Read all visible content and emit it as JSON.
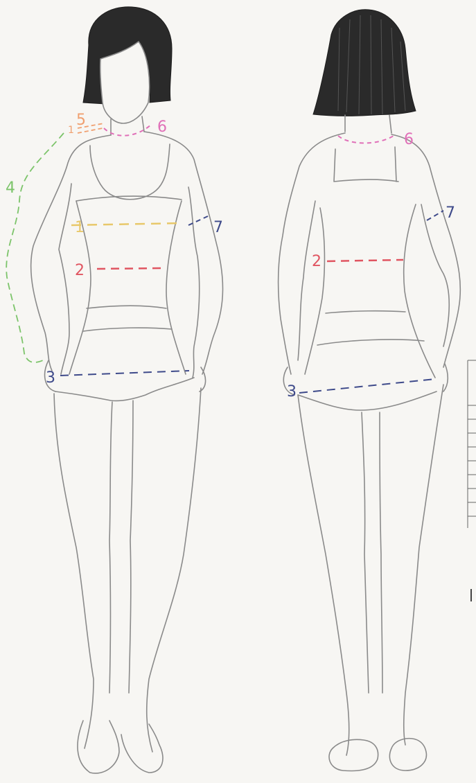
{
  "colors": {
    "paper": "#f7f6f3",
    "pencil": "#8a8a8a",
    "hair": "#2a2a2a",
    "m1": "#e8c86a",
    "m2": "#e05561",
    "m3": "#3e4a8a",
    "m4": "#7cc46a",
    "m5": "#f0a070",
    "m6": "#e070b8",
    "m7": "#3e4a8a"
  },
  "front": {
    "labels": {
      "m1": "1",
      "m2": "2",
      "m3": "3",
      "m4": "4",
      "m5": "5",
      "m6": "6",
      "m7": "7",
      "m5_small": "1"
    }
  },
  "back": {
    "labels": {
      "m2": "2",
      "m3": "3",
      "m6": "6",
      "m7": "7"
    }
  }
}
